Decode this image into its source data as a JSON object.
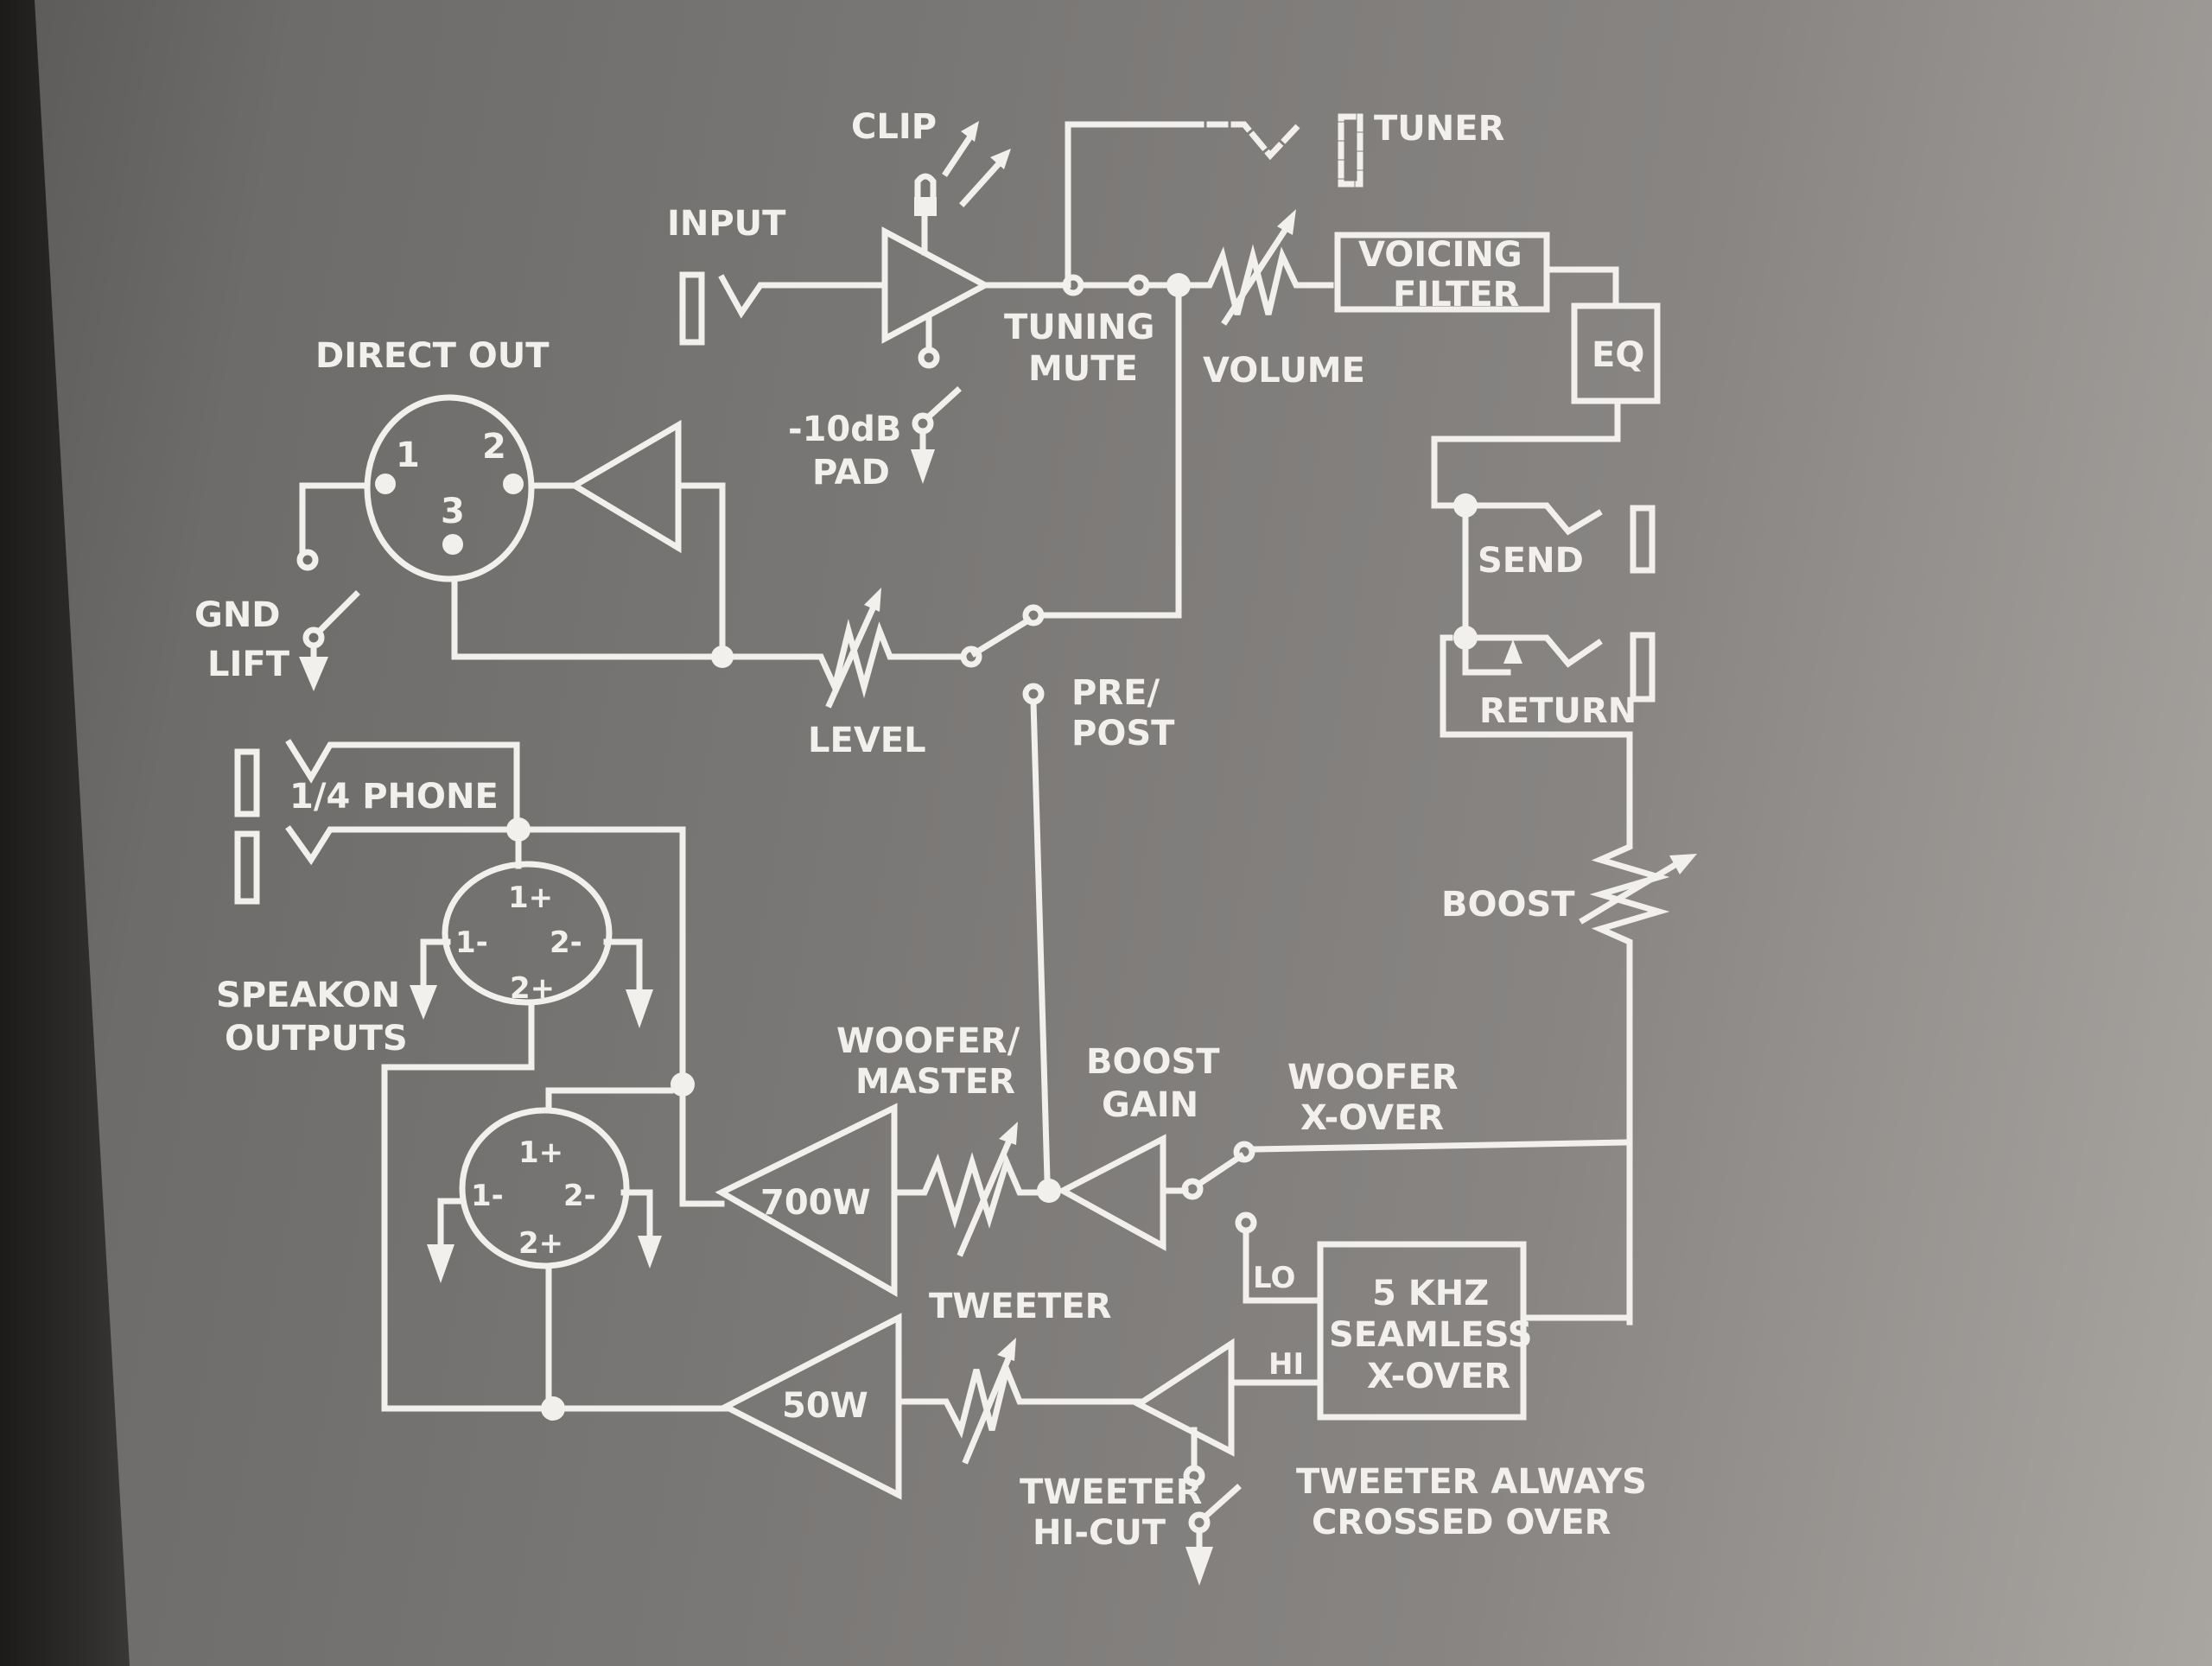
{
  "diagram": {
    "title": "Signal flow block diagram (amplifier rear panel silkscreen)",
    "colors": {
      "panel": "#7a7876",
      "ink": "#f2f0ec",
      "edge": "#2c2b2a"
    },
    "labels": {
      "clip": "CLIP",
      "tuner": "TUNER",
      "input": "INPUT",
      "tuning_mute_1": "TUNING",
      "tuning_mute_2": "MUTE",
      "volume": "VOLUME",
      "voicing_1": "VOICING",
      "voicing_2": "FILTER",
      "eq": "EQ",
      "direct_out": "DIRECT OUT",
      "pin1": "1",
      "pin2": "2",
      "pin3": "3",
      "pad_1": "-10dB",
      "pad_2": "PAD",
      "gnd_1": "GND",
      "gnd_2": "LIFT",
      "level": "LEVEL",
      "pre_1": "PRE/",
      "pre_2": "POST",
      "send": "SEND",
      "return": "RETURN",
      "phone": "1/4 PHONE",
      "boost": "BOOST",
      "speakon_1": "SPEAKON",
      "speakon_2": "OUTPUTS",
      "sp_1p": "1+",
      "sp_1m": "1-",
      "sp_2m": "2-",
      "sp_2p": "2+",
      "woofer_master_1": "WOOFER/",
      "woofer_master_2": "MASTER",
      "boost_gain_1": "BOOST",
      "boost_gain_2": "GAIN",
      "woofer_xover_1": "WOOFER",
      "woofer_xover_2": "X-OVER",
      "amp_woofer": "700W",
      "amp_tweeter": "50W",
      "tweeter": "TWEETER",
      "lo": "LO",
      "hi": "HI",
      "xover_1": "5 KHZ",
      "xover_2": "SEAMLESS",
      "xover_3": "X-OVER",
      "hicut_1": "TWEETER",
      "hicut_2": "HI-CUT",
      "always_1": "TWEETER ALWAYS",
      "always_2": "CROSSED OVER"
    }
  }
}
